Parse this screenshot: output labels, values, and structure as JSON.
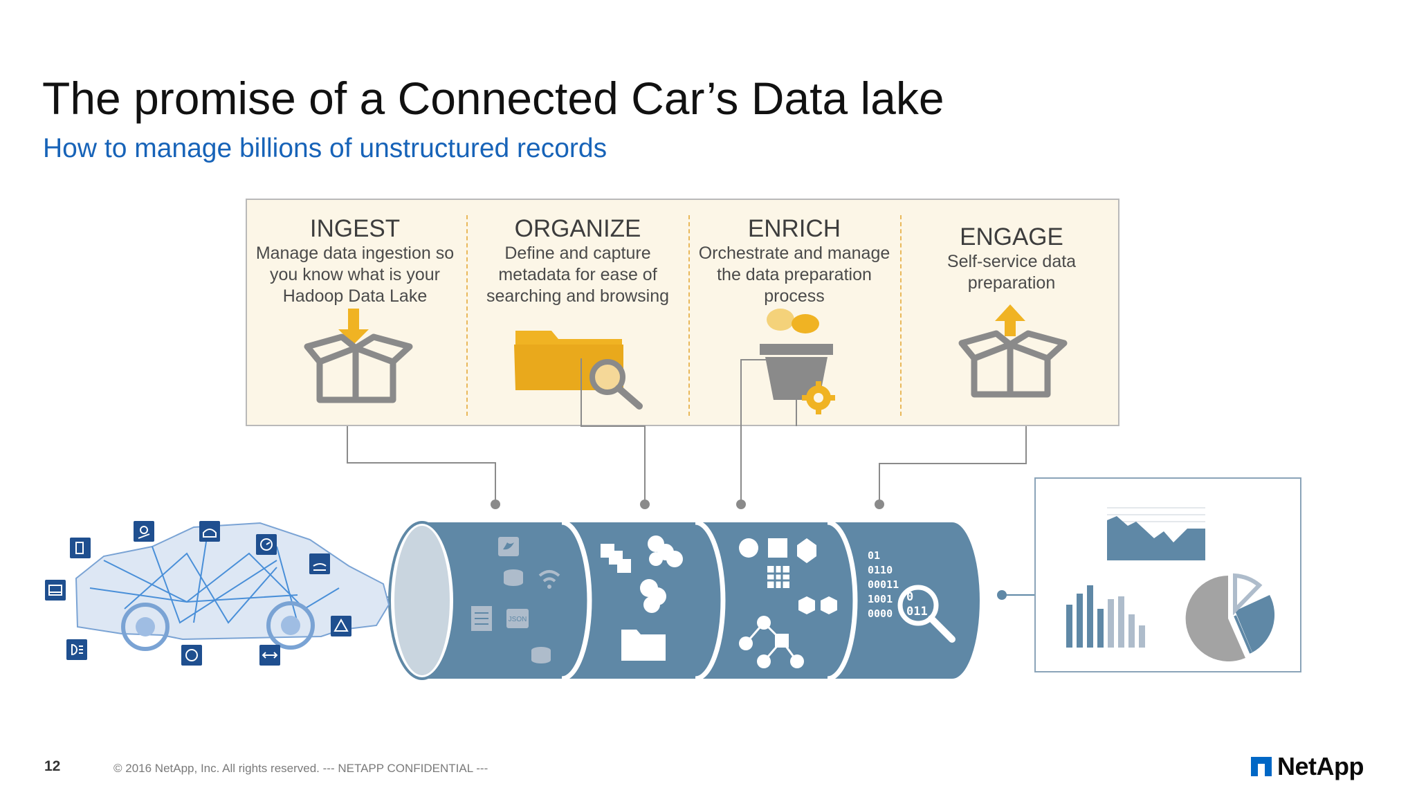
{
  "slide": {
    "title": "The promise of a Connected Car’s Data lake",
    "subtitle": "How to manage billions of unstructured records"
  },
  "stages": [
    {
      "title": "INGEST",
      "description": "Manage data ingestion so you know what is your Hadoop Data Lake",
      "icon": "box-download-icon"
    },
    {
      "title": "ORGANIZE",
      "description": "Define and capture metadata for ease of searching and browsing",
      "icon": "folder-search-icon"
    },
    {
      "title": "ENRICH",
      "description": "Orchestrate and manage the data preparation process",
      "icon": "plant-gear-icon"
    },
    {
      "title": "ENGAGE",
      "description": "Self-service data preparation",
      "icon": "box-upload-icon"
    }
  ],
  "pipe": {
    "binary_lines": [
      "01",
      "0110",
      "00011",
      "1001",
      "0000"
    ],
    "binary_overlay": [
      "0",
      "011"
    ],
    "json_label": "JSON"
  },
  "footer": {
    "page_number": "12",
    "copyright": "© 2016 NetApp, Inc. All rights reserved.  --- NETAPP CONFIDENTIAL ---",
    "brand": "NetApp"
  },
  "colors": {
    "accent_blue": "#1763b8",
    "pipe_blue": "#5f88a6",
    "panel_fill": "#fcf6e7",
    "icon_yellow": "#f0b323",
    "icon_grey": "#8a8a8a"
  }
}
